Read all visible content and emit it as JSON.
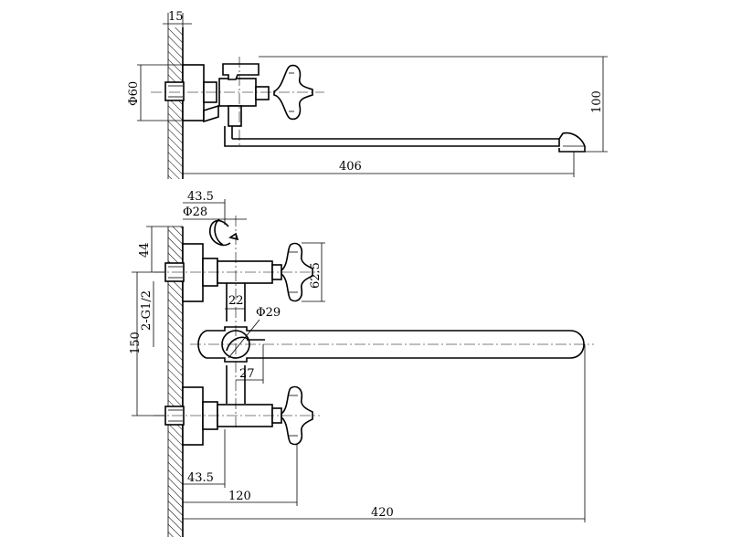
{
  "colors": {
    "line": "#000000",
    "background": "#ffffff"
  },
  "top_view": {
    "dim_wall": "15",
    "dim_diameter": "Φ60",
    "dim_height": "100",
    "dim_length": "406"
  },
  "front_view": {
    "dim_top_offset": "43.5",
    "dim_holder_diameter": "Φ28",
    "dim_upper": "44",
    "dim_handle_height": "62.5",
    "dim_vertical": "22",
    "dim_spout_diameter": "Φ29",
    "dim_thread": "2-G1/2",
    "dim_centers": "150",
    "dim_spout_offset": "27",
    "dim_bottom_offset": "43.5",
    "dim_handle_reach": "120",
    "dim_spout_reach": "420"
  }
}
